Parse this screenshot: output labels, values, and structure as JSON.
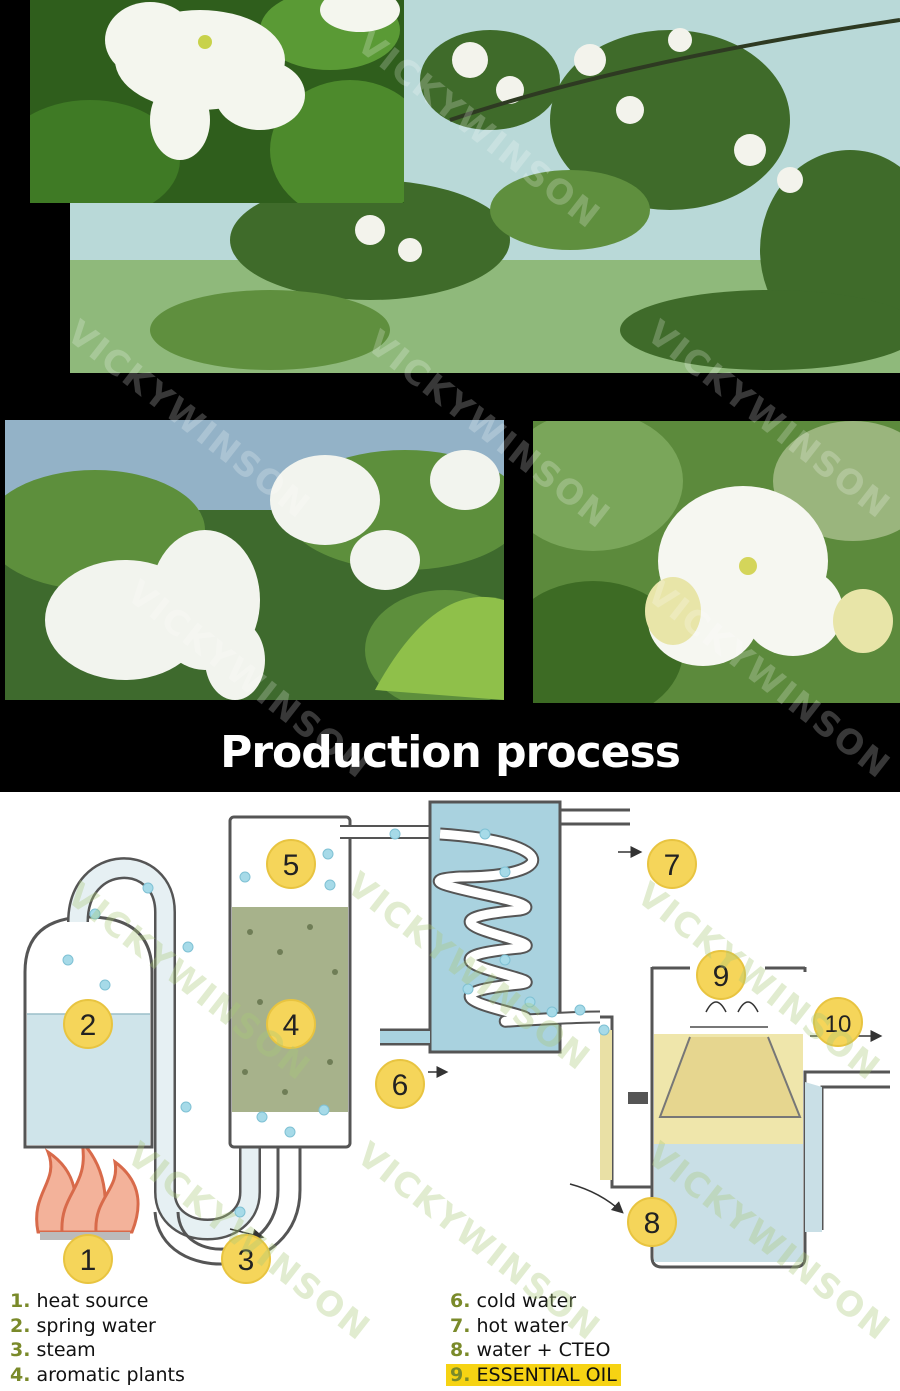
{
  "watermark_text": "VICKYWINSON",
  "heading": "Production process",
  "badges": {
    "b1": "1",
    "b2": "2",
    "b3": "3",
    "b4": "4",
    "b5": "5",
    "b6": "6",
    "b7": "7",
    "b8": "8",
    "b9": "9",
    "b10": "10"
  },
  "legend_left": [
    {
      "num": "1.",
      "label": "heat source"
    },
    {
      "num": "2.",
      "label": "spring water"
    },
    {
      "num": "3.",
      "label": "steam"
    },
    {
      "num": "4.",
      "label": "aromatic plants"
    }
  ],
  "legend_right": [
    {
      "num": "6.",
      "label": "cold water"
    },
    {
      "num": "7.",
      "label": "hot water"
    },
    {
      "num": "8.",
      "label": "water + CTEO"
    },
    {
      "num": "9.",
      "label": "ESSENTIAL OIL"
    }
  ],
  "colors": {
    "background": "#000000",
    "badge_fill": "#f5d55a",
    "water": "#cfe4ea",
    "oil": "#f1e6a8",
    "legend_highlight": "#f6d313"
  }
}
